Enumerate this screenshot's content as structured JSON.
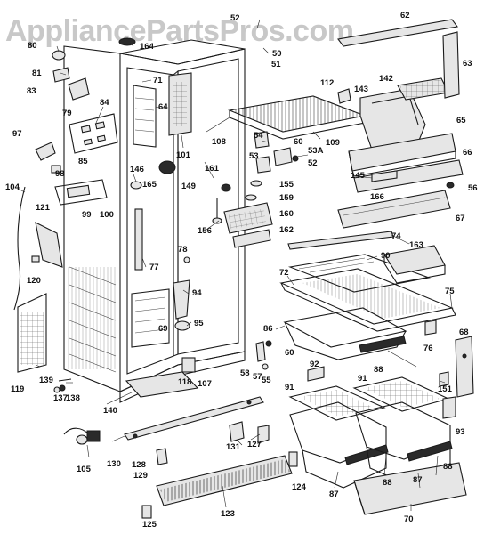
{
  "watermark": "AppliancePartsPros.com",
  "labels": {
    "l52a": "52",
    "l62": "62",
    "l80": "80",
    "l164": "164",
    "l50": "50",
    "l63": "63",
    "l81": "81",
    "l51": "51",
    "l71": "71",
    "l142": "142",
    "l112": "112",
    "l143": "143",
    "l83": "83",
    "l64": "64",
    "l84": "84",
    "l79": "79",
    "l65": "65",
    "l97": "97",
    "l54": "54",
    "l60a": "60",
    "l108": "108",
    "l109": "109",
    "l85": "85",
    "l101": "101",
    "l53": "53",
    "l53a": "53A",
    "l52b": "52",
    "l146": "146",
    "l66": "66",
    "l98": "98",
    "l161": "161",
    "l145": "145",
    "l165": "165",
    "l155": "155",
    "l149": "149",
    "l56": "56",
    "l104": "104",
    "l166": "166",
    "l159": "159",
    "l99": "99",
    "l100": "100",
    "l160": "160",
    "l67": "67",
    "l121": "121",
    "l156": "156",
    "l162": "162",
    "l74": "74",
    "l163": "163",
    "l78": "78",
    "l90": "90",
    "l77": "77",
    "l72": "72",
    "l120": "120",
    "l75": "75",
    "l94": "94",
    "l69": "69",
    "l95": "95",
    "l86": "86",
    "l68": "68",
    "l76": "76",
    "l60b": "60",
    "l58": "58",
    "l57": "57",
    "l55": "55",
    "l88a": "88",
    "l119": "119",
    "l92": "92",
    "l151": "151",
    "l118": "118",
    "l107": "107",
    "l91a": "91",
    "l91b": "91",
    "l139": "139",
    "l137": "137",
    "l138": "138",
    "l140": "140",
    "l93": "93",
    "l131": "131",
    "l127": "127",
    "l130": "130",
    "l105": "105",
    "l128": "128",
    "l129": "129",
    "l88b": "88",
    "l88c": "88",
    "l87a": "87",
    "l87b": "87",
    "l124": "124",
    "l123": "123",
    "l125": "125",
    "l70": "70"
  }
}
